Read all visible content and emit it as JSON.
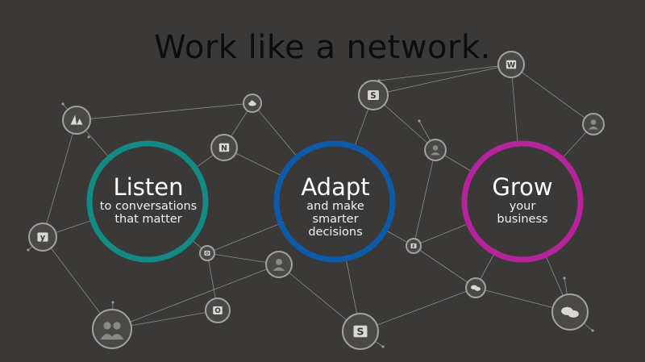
{
  "title": "Work like a network.",
  "hubs": [
    {
      "name": "listen",
      "head": "Listen",
      "sub": "to conversations\nthat matter",
      "color": "#138a83"
    },
    {
      "name": "adapt",
      "head": "Adapt",
      "sub": "and make\nsmarter\ndecisions",
      "color": "#0d5aa8"
    },
    {
      "name": "grow",
      "head": "Grow",
      "sub": "your\nbusiness",
      "color": "#b5249b"
    }
  ],
  "node_icons": [
    "dynamics-icon",
    "onedrive-icon",
    "skype-icon",
    "word-icon",
    "person-icon",
    "onenote-icon",
    "person-icon",
    "yammer-icon",
    "outlook-icon",
    "person-icon",
    "exchange-icon",
    "lync-icon",
    "outlook-icon",
    "group-photo-icon",
    "sharepoint-icon",
    "chat-bubbles-icon"
  ]
}
